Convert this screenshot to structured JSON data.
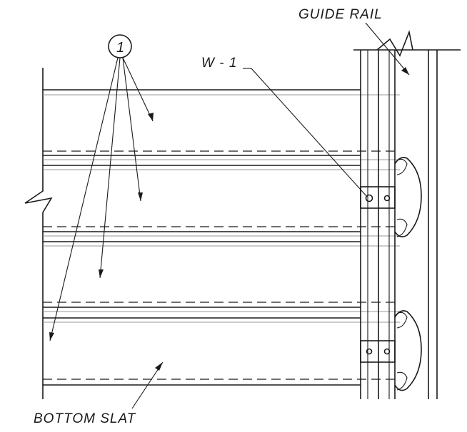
{
  "labels": {
    "guide_rail": "GUIDE RAIL",
    "weld": "W - 1",
    "callout": "1",
    "bottom_slat": "BOTTOM SLAT"
  }
}
